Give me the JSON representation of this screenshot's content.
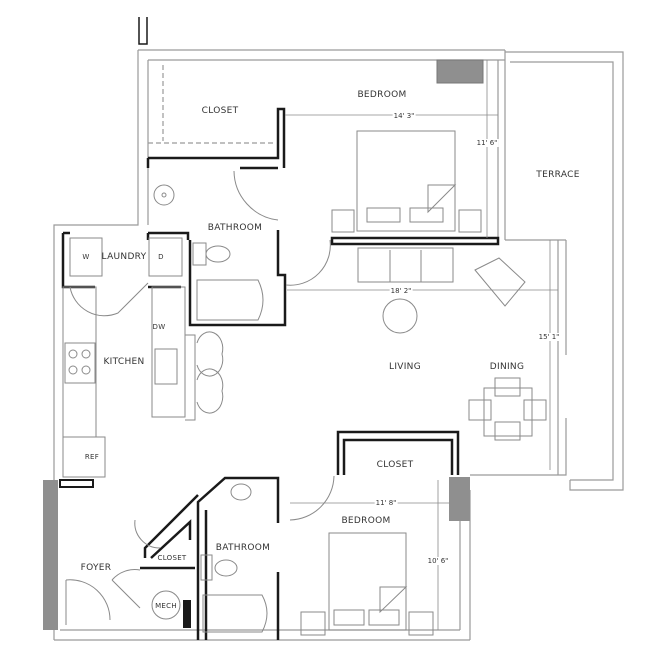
{
  "floorplan": {
    "colors": {
      "wall_dark": "#1a1a1a",
      "wall_light": "#9a9a9a",
      "fixture": "#8a8a8a",
      "gray_fill": "#8f8f8f",
      "background": "#ffffff"
    },
    "rooms": {
      "closet_top": "CLOSET",
      "bedroom_top": "BEDROOM",
      "terrace": "TERRACE",
      "bathroom_top": "BATHROOM",
      "laundry": "LAUNDRY",
      "washer": "W",
      "dryer": "D",
      "dishwasher": "DW",
      "kitchen": "KITCHEN",
      "refrigerator": "REF",
      "living": "LIVING",
      "dining": "DINING",
      "closet_middle": "CLOSET",
      "bedroom_bottom": "BEDROOM",
      "bathroom_bottom": "BATHROOM",
      "closet_small": "CLOSET",
      "foyer": "FOYER",
      "mech": "MECH"
    },
    "dimensions": {
      "bedroom_top_width": "14' 3\"",
      "bedroom_top_depth": "11' 6\"",
      "living_width": "18' 2\"",
      "living_depth": "15' 1\"",
      "bedroom_bottom_width": "11' 8\"",
      "bedroom_bottom_depth": "10' 6\""
    }
  }
}
